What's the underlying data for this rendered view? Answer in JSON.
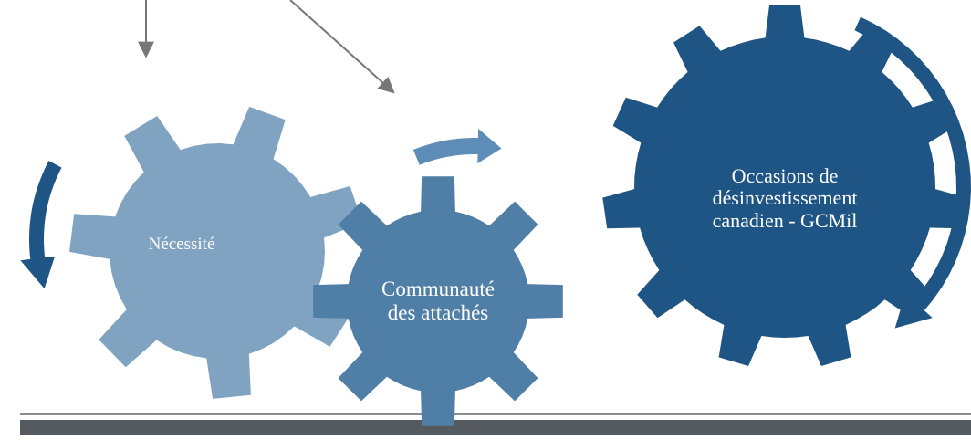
{
  "gears": [
    {
      "id": "necessite",
      "lines": [
        "Nécessité"
      ],
      "color": "#7fa3c1"
    },
    {
      "id": "communaute",
      "lines": [
        "Communauté",
        "des attachés"
      ],
      "color": "#4f7fa6"
    },
    {
      "id": "occasions",
      "lines": [
        "Occasions de",
        "désinvestissement",
        "canadien - GCMil"
      ],
      "color": "#1f5585"
    }
  ],
  "colors": {
    "arrow_dark": "#1f5585",
    "arrow_light": "#5d8db7",
    "pointer": "#777777",
    "bar_dark": "#555a5e",
    "rule": "#8c8c8c"
  }
}
